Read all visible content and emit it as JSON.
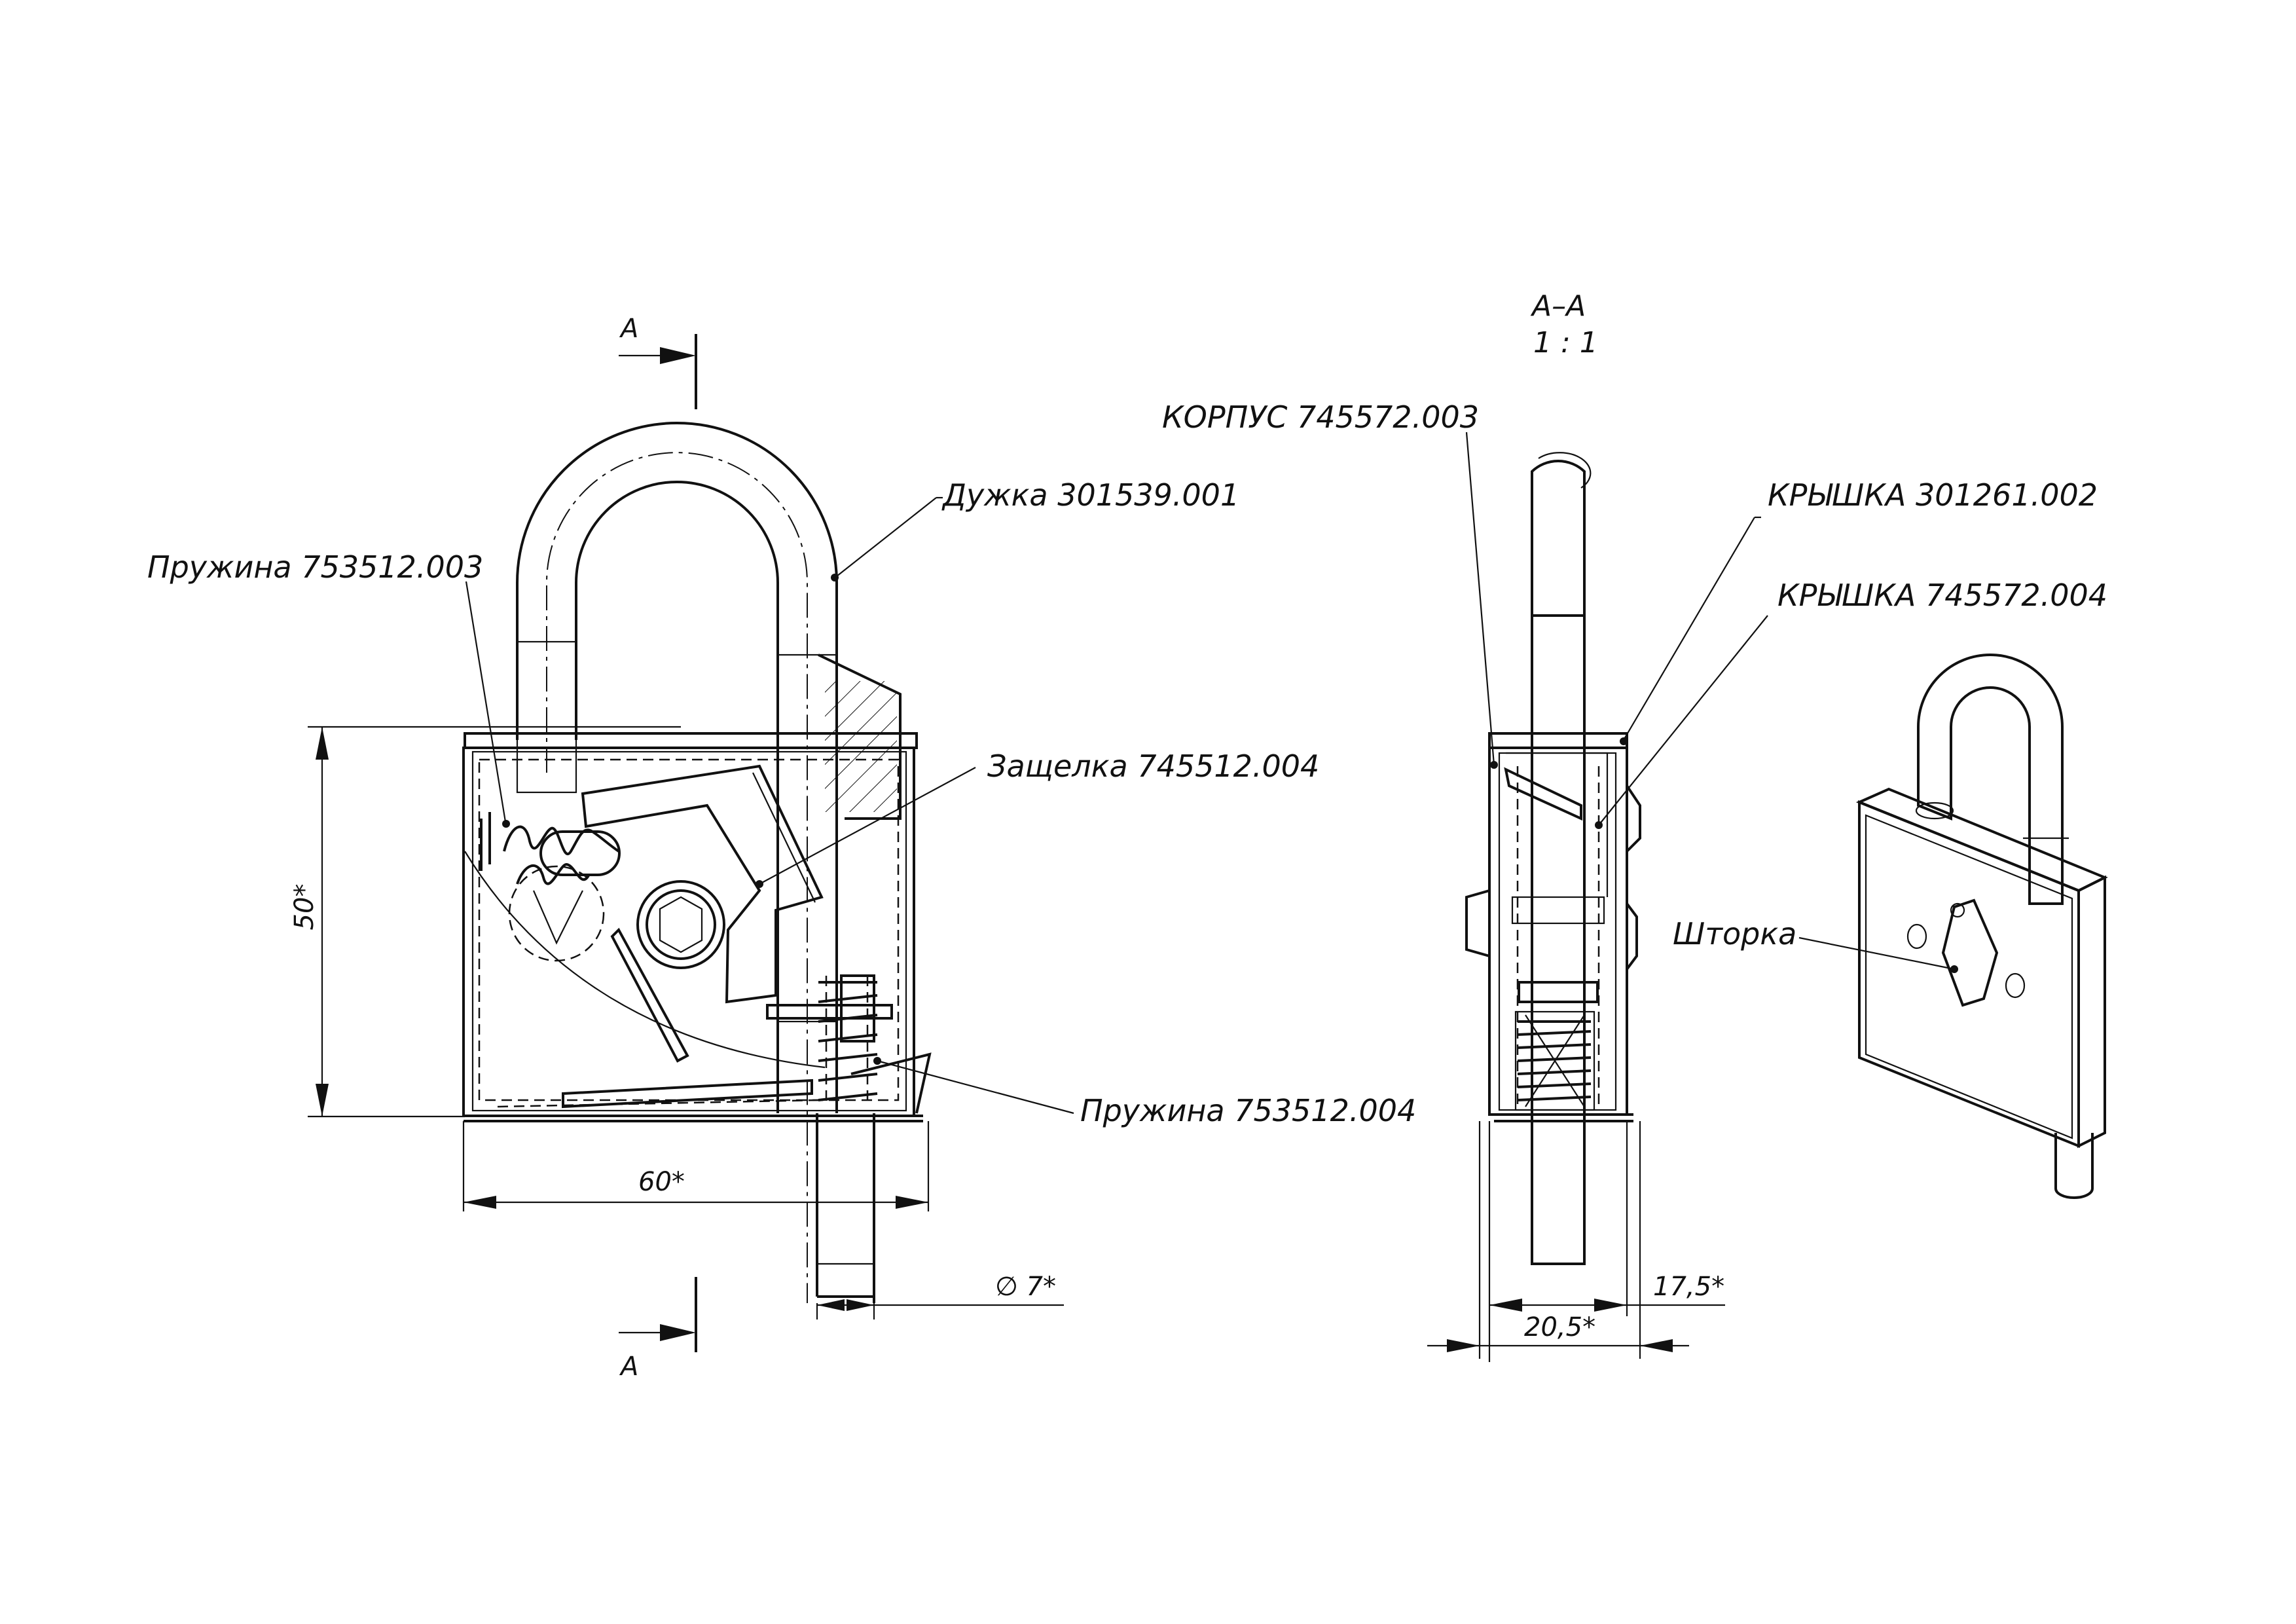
{
  "section": {
    "mark_top": "А",
    "mark_bottom": "А",
    "view_title": "А–А",
    "view_scale": "1 : 1"
  },
  "labels": {
    "dujka": "Дужка  301539.001",
    "spring_top": "Пружина  753512.003",
    "latch": "Защелка  745512.004",
    "spring_bottom": "Пружина  753512.004",
    "korpus": "КОРПУС  745572.003",
    "kryshka_1": "КРЫШКА  301261.002",
    "kryshka_2": "КРЫШКА  745572.004",
    "shtorka": "Шторка"
  },
  "dimensions": {
    "height": "50*",
    "width": "60*",
    "shackle_diameter": "∅ 7*",
    "depth_inner": "17,5*",
    "depth_total": "20,5*"
  },
  "colors": {
    "line": "#111111",
    "background": "#ffffff",
    "iso_fill": "#ececec"
  }
}
